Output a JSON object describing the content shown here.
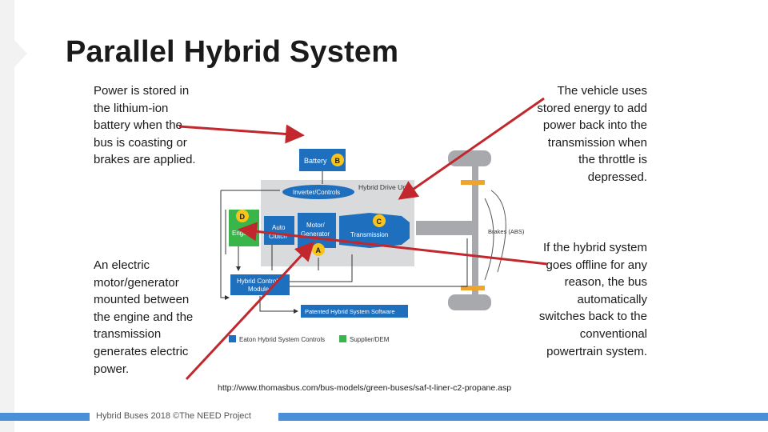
{
  "slide": {
    "title": "Parallel Hybrid System",
    "left_top_text": "Power is stored in the lithium-ion battery when the bus is coasting or brakes are applied.",
    "left_bottom_text": "An electric motor/generator mounted between the engine and the transmission generates electric power.",
    "right_top_text": "The vehicle uses stored energy to add power back into the transmission when the throttle is depressed.",
    "right_bottom_text": "If the hybrid system goes offline for any reason, the bus automatically switches back to the conventional powertrain system.",
    "source_url": "http://www.thomasbus.com/bus-models/green-buses/saf-t-liner-c2-propane.asp",
    "footer": "Hybrid Buses 2018 ©The NEED Project"
  },
  "diagram": {
    "battery_label": "Battery",
    "badge_b": "B",
    "hybrid_drive_unit_label": "Hybrid Drive Unit",
    "inverter_label": "Inverter/Controls",
    "engine_label": "Engine",
    "badge_d": "D",
    "auto_clutch_label_1": "Auto",
    "auto_clutch_label_2": "Clutch",
    "motor_label_1": "Motor/",
    "motor_label_2": "Generator",
    "badge_c": "C",
    "transmission_label": "Transmission",
    "badge_a": "A",
    "brakes_label": "Brakes (ABS)",
    "hcm_label_1": "Hybrid Control",
    "hcm_label_2": "Module",
    "software_label": "Patented Hybrid System Software",
    "legend_eaton": "Eaton Hybrid System Controls",
    "legend_supplier": "Supplier/DEM",
    "colors": {
      "eaton_blue": "#1f6fbf",
      "supplier_green": "#39b54a",
      "badge_yellow": "#f7c31d",
      "hdu_gray": "#d9dadb",
      "chassis_gray": "#a7a9ac",
      "axle_orange": "#f0a430",
      "arrow_red": "#c1272d"
    }
  }
}
